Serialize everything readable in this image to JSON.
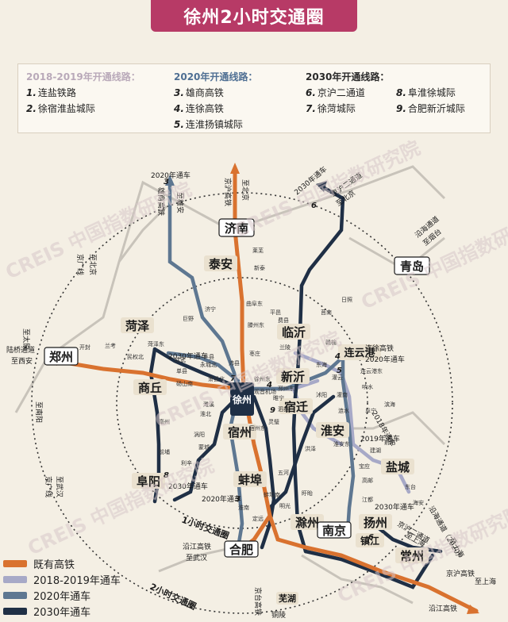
{
  "title": "徐州2小时交通圈",
  "legend_box": {
    "col1": {
      "heading": "2018-2019年开通线路：",
      "items": [
        {
          "num": "1.",
          "label": "连盐铁路"
        },
        {
          "num": "2.",
          "label": "徐宿淮盐城际"
        }
      ]
    },
    "col2": {
      "heading": "2020年开通线路：",
      "items": [
        {
          "num": "3.",
          "label": "雄商高铁"
        },
        {
          "num": "4.",
          "label": "连徐高铁"
        },
        {
          "num": "5.",
          "label": "连淮扬镇城际"
        }
      ]
    },
    "col3": {
      "heading": "2030年开通线路：",
      "items": [
        {
          "num": "6.",
          "label": "京沪二通道"
        },
        {
          "num": "7.",
          "label": "徐菏城际"
        }
      ]
    },
    "col4": {
      "items": [
        {
          "num": "8.",
          "label": "阜淮徐城际"
        },
        {
          "num": "9.",
          "label": "合肥新沂城际"
        }
      ]
    }
  },
  "colors": {
    "existing": "#d9722f",
    "y2018_2019": "#a7a9c7",
    "y2020": "#5e7791",
    "y2030": "#1f2f45",
    "banner": "#b73a66",
    "city_box": "#eae1cf"
  },
  "cities": {
    "jinan": "济南",
    "taian": "泰安",
    "qingdao": "青岛",
    "linyi": "临沂",
    "heze": "菏泽",
    "zhengzhou": "郑州",
    "shangqiu": "商丘",
    "lianyungang": "连云港",
    "xinyi": "新沂",
    "suqian": "宿迁",
    "xuzhou": "徐州",
    "suzhou": "宿州",
    "huaian": "淮安",
    "yancheng": "盐城",
    "fuyang": "阜阳",
    "bengbu": "蚌埠",
    "chuzhou": "滁州",
    "nanjing": "南京",
    "yangzhou": "扬州",
    "zhenjiang": "镇江",
    "changzhou": "常州",
    "hefei": "合肥",
    "wuhu": "芜湖"
  },
  "map_text": {
    "y2020_top": "2020年通车",
    "xiongshang": "雄商高铁",
    "zhixiongan": "至雄安",
    "jinghu_hsr": "京沪高铁",
    "zhibeijing": "至北京",
    "y2030_top": "2030年通车",
    "jinghu2": "京沪二通道",
    "zhibeijing2": "至北京",
    "yanhaitongdao_top": "沿海通道",
    "zhiyantai": "至烟台",
    "jingguang": "京广线",
    "zhibeijing3": "至北京",
    "luqiao": "陆桥通道",
    "zhixian": "至西安",
    "zhitaiyuan": "至太原",
    "zhinanyang": "至南阳",
    "jingguang2": "京广线",
    "zhiwuhan": "至武汉",
    "y2030_mid": "2030年通车",
    "y2030_fu": "2030年通车",
    "y2020_hefei": "2020年通车",
    "lianxu": "连徐高铁",
    "y2020_lyg": "2020年通车",
    "y2018_2019": "2018年通车",
    "y2019": "2019年通车",
    "y2030_south": "2030年通车",
    "jinghu2_south": "京沪二通道",
    "zhishanghai2": "至上海",
    "yanhai_2020": "沿海通道（2020）",
    "zhishanghai_coast": "至上海",
    "jinghu_hsr2": "京沪高铁",
    "zhishanghai3": "至上海",
    "yanjiang": "沿江高铁",
    "yanjiang2": "沿江高铁",
    "zhiwuhan2": "至武汉",
    "jingtai": "京台高铁",
    "tongling": "铜陵",
    "ring1": "1小时交通圈",
    "ring2": "2小时交通圈",
    "watermark": "CREIS 中国指数研究院"
  },
  "station_text": {
    "qufu": "曲阜东",
    "tengzhou": "滕州东",
    "zaozhuang": "枣庄",
    "jining": "济宁",
    "juye": "巨野",
    "heze_s": "菏泽东",
    "chengwu": "成武",
    "shanxian": "单县",
    "dangshan": "砀山南",
    "yongcheng": "永城北",
    "xiaoxian": "萧县北",
    "peixian": "沛县",
    "fengxian": "丰县",
    "minquan": "民权北",
    "kaifeng": "开封",
    "lankao": "兰考",
    "xuzhou_e": "徐州东",
    "guanyin": "观音机场",
    "suixi": "濉溪",
    "huaibei": "淮北",
    "bozhou": "亳州",
    "guoyang": "涡阳",
    "mengcheng": "蒙城",
    "lixin": "利辛",
    "suzhou_e": "宿州东",
    "lingbi": "灵璧",
    "sixian": "泗县",
    "wuhe": "五河",
    "bengbu_s": "蚌埠南",
    "huainan": "淮南",
    "dingyuan": "定远",
    "mingguang": "明光",
    "xuyi": "盱眙",
    "hongze": "洪泽",
    "suining": "睢宁",
    "pizhou": "邳州东",
    "shuyang": "沭阳",
    "guanyun": "灌云",
    "donghai": "东海",
    "ganyu": "赣榆",
    "lianyungang_e": "连云港东",
    "guannan": "灌南",
    "xiangshui": "响水",
    "binhai": "滨海",
    "funing": "阜宁",
    "sheyang": "射阳",
    "jianhu": "建湖",
    "baoying": "宝应",
    "gaoyou": "高邮",
    "jiangdu": "江都",
    "dongtai": "东台",
    "hai_an": "海安",
    "huaian_e": "淮安东",
    "lianshui": "涟水",
    "lanling": "兰陵",
    "pingyi": "平邑",
    "feixian": "费县",
    "junan": "莒南",
    "rizhao": "日照",
    "xintai": "新泰",
    "laiwu": "莱芜",
    "qianpu": "前埔"
  }
}
